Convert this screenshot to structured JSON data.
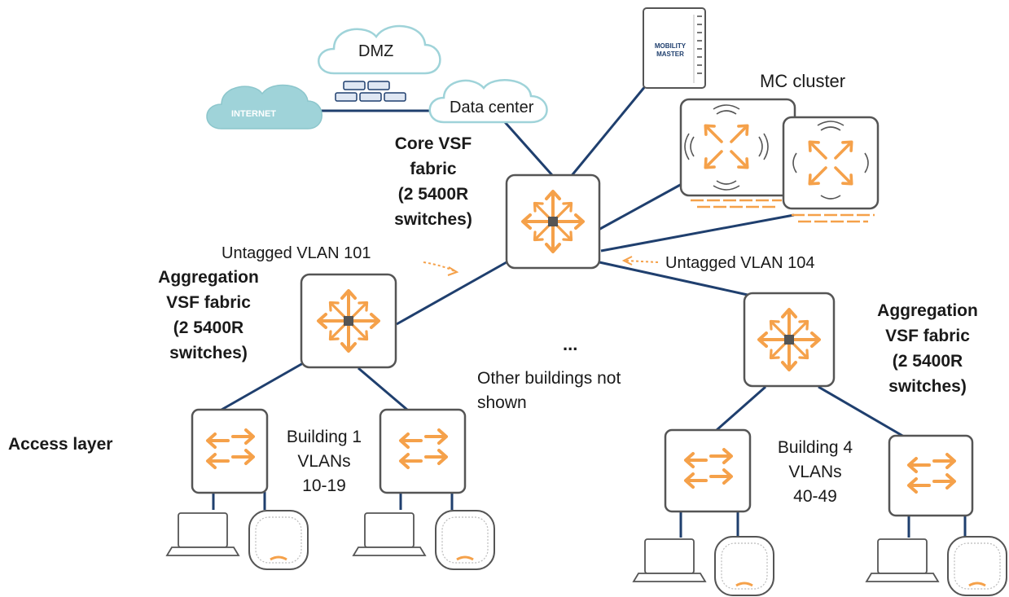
{
  "labels": {
    "dmz": "DMZ",
    "internet": "INTERNET",
    "data_center": "Data center",
    "mobility_master": "MOBILITY MASTER",
    "mc_cluster": "MC cluster",
    "core_fabric": [
      "Core VSF",
      "fabric",
      "(2 5400R",
      "switches)"
    ],
    "untagged_101": "Untagged VLAN 101",
    "untagged_104": "Untagged VLAN 104",
    "agg_left": [
      "Aggregation",
      "VSF fabric",
      "(2 5400R",
      "switches)"
    ],
    "agg_right": [
      "Aggregation",
      "VSF fabric",
      "(2 5400R",
      "switches)"
    ],
    "ellipsis": "...",
    "other_buildings": [
      "Other buildings not",
      "shown"
    ],
    "access_layer": "Access layer",
    "building1": [
      "Building 1",
      "VLANs",
      "10-19"
    ],
    "building4": [
      "Building 4",
      "VLANs",
      "40-49"
    ]
  },
  "colors": {
    "link": "#1f3f6e",
    "accent": "#f5a14a",
    "cloud": "#9fd3d9",
    "device_border": "#555555"
  }
}
